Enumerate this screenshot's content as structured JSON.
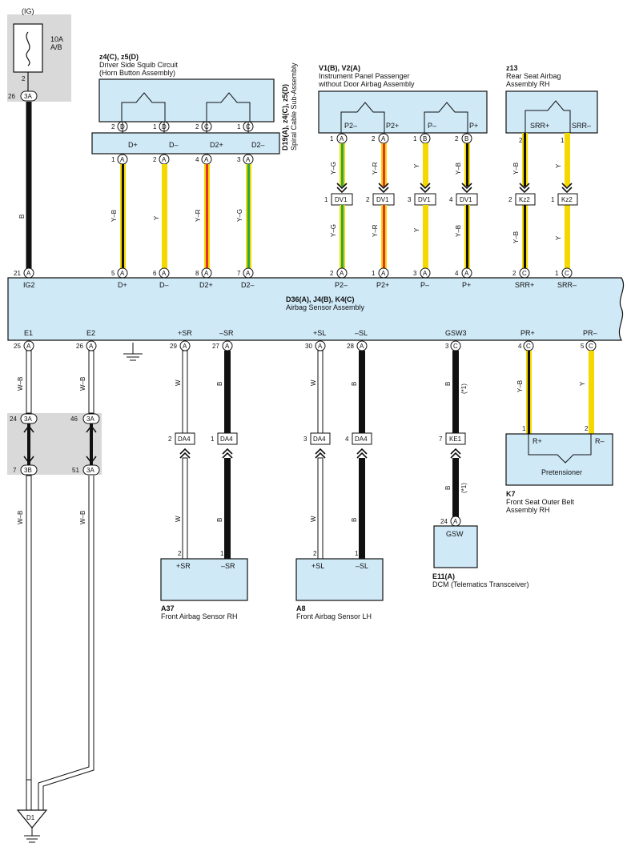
{
  "ig_label": "(IG)",
  "fuse": {
    "rating": "10A",
    "name": "A/B"
  },
  "squib_title": {
    "code": "z4(C), z5(D)",
    "name": "Driver Side Squib Circuit",
    "sub": "(Horn Button Assembly)"
  },
  "spiral_title": {
    "code": "D19(A), z4(C), z5(D)",
    "name": "Spiral Cable Sub-Assembly"
  },
  "ip_title": {
    "code": "V1(B), V2(A)",
    "name": "Instrument Panel Passenger",
    "sub": "without Door Airbag Assembly"
  },
  "rear_title": {
    "code": "z13",
    "name": "Rear Seat Airbag",
    "sub": "Assembly RH"
  },
  "ecu_title": {
    "code": "D36(A), J4(B), K4(C)",
    "name": "Airbag Sensor Assembly"
  },
  "pret": {
    "code": "K7",
    "name": "Front Seat Outer Belt",
    "sub": "Assembly RH",
    "label": "Pretensioner",
    "p1": "R+",
    "p2": "R–"
  },
  "fsr": {
    "code": "A37",
    "name": "Front Airbag Sensor RH",
    "p1": "+SR",
    "p2": "–SR"
  },
  "fsl": {
    "code": "A8",
    "name": "Front Airbag Sensor LH",
    "p1": "+SL",
    "p2": "–SL"
  },
  "dcm": {
    "code": "E11(A)",
    "name": "DCM (Telematics Transceiver)",
    "label": "GSW"
  },
  "ground": "D1",
  "note": "(*1)",
  "colors": {
    "component_fill": "#cfe9f7",
    "gray_zone": "#d9d9d9",
    "yellow": "#f5d800",
    "green": "#2aa84a",
    "red": "#e03030",
    "black": "#111111"
  },
  "pin_labels": {
    "squib": [
      "D+",
      "D–",
      "D2+",
      "D2–"
    ],
    "ip": [
      "P2–",
      "P2+",
      "P–",
      "P+"
    ],
    "rear": [
      "SRR+",
      "SRR–"
    ],
    "ecu_top": [
      "IG2",
      "D+",
      "D–",
      "D2+",
      "D2–",
      "P2–",
      "P2+",
      "P–",
      "P+",
      "SRR+",
      "SRR–"
    ],
    "ecu_bottom": [
      "E1",
      "E2",
      "+SR",
      "–SR",
      "+SL",
      "–SL",
      "GSW3",
      "PR+",
      "PR–"
    ]
  },
  "connector_labels": [
    "3A",
    "3B",
    "DA4",
    "DV1",
    "Kz2",
    "KE1"
  ],
  "wire_colors": [
    "B",
    "Y",
    "Y–B",
    "Y–R",
    "Y–G",
    "W",
    "W–B"
  ],
  "pin_letters": [
    "A",
    "B",
    "C",
    "D"
  ],
  "pin_numbers": [
    "1",
    "2",
    "3",
    "4",
    "5",
    "6",
    "7",
    "8",
    "21",
    "24",
    "25",
    "26",
    "27",
    "28",
    "29",
    "30",
    "46",
    "51"
  ]
}
